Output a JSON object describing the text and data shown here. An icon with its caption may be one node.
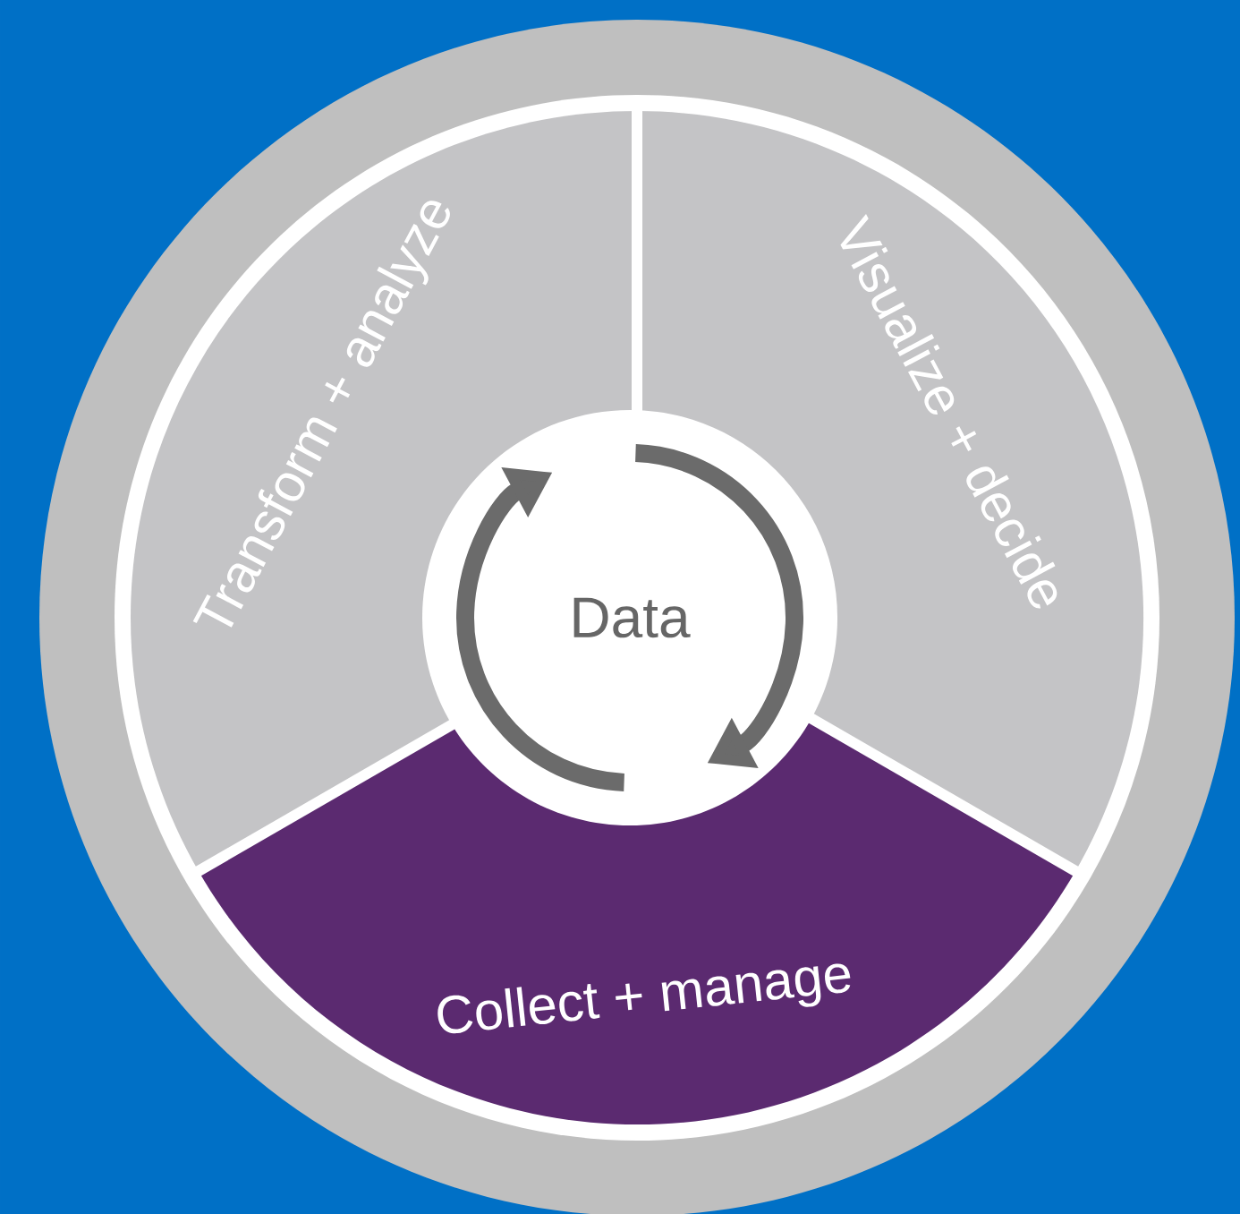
{
  "diagram": {
    "nodes": [
      {
        "text": [
          "Transform + analyze"
        ]
      },
      {
        "text": [
          "Visualize + decide"
        ]
      },
      {
        "text": [
          "Collect + manage"
        ]
      },
      {
        "text": [
          "Data"
        ]
      }
    ]
  }
}
